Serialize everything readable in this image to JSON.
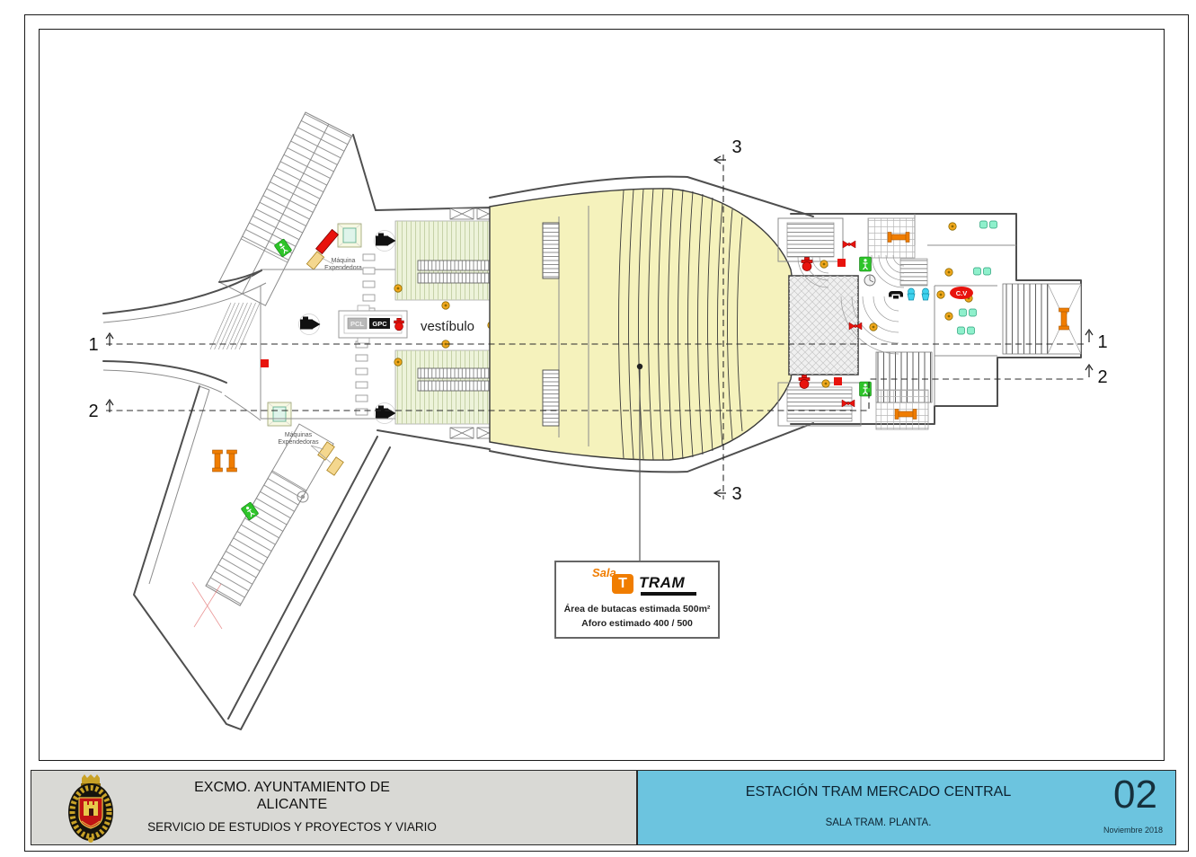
{
  "sheet": {
    "organization_line1": "EXCMO. AYUNTAMIENTO DE",
    "organization_line2": "ALICANTE",
    "department": "SERVICIO DE ESTUDIOS Y PROYECTOS Y VIARIO",
    "project_title": "ESTACIÓN TRAM MERCADO CENTRAL",
    "drawing_title": "SALA TRAM. PLANTA.",
    "sheet_number": "02",
    "date": "Noviembre 2018"
  },
  "plan": {
    "room_labels": {
      "vestibule": "vestíbulo"
    },
    "equipment_labels": {
      "ticket_machine_top_line1": "Máquina",
      "ticket_machine_top_line2": "Expendedora",
      "ticket_machines_bottom_line1": "Máquinas",
      "ticket_machines_bottom_line2": "Expendedoras",
      "control_box_left": "PCL",
      "control_box_right": "GPC",
      "cv_sign": "C.V"
    },
    "section_markers": {
      "section1": "1",
      "section2": "2",
      "section3": "3"
    },
    "annotation_box": {
      "brand_script": "Sala",
      "brand_word": "TRAM",
      "line1": "Área de butacas estimada 500m²",
      "line2": "Aforo estimado 400 / 500"
    }
  },
  "colors": {
    "title_accent_blue": "#6cc4df",
    "title_panel_gray": "#d9d9d5",
    "hall_fill_yellow": "#f5f2bc",
    "platform_fill_green": "#edf3da",
    "hydrant_red": "#e8130d",
    "exit_green": "#2ec42a",
    "bench_orange": "#f07d00",
    "light_amber": "#f2a81d",
    "fountain_cyan": "#3fd2ee",
    "toilet_teal": "#8ff0cc",
    "machine_tan": "#f4d78e"
  }
}
